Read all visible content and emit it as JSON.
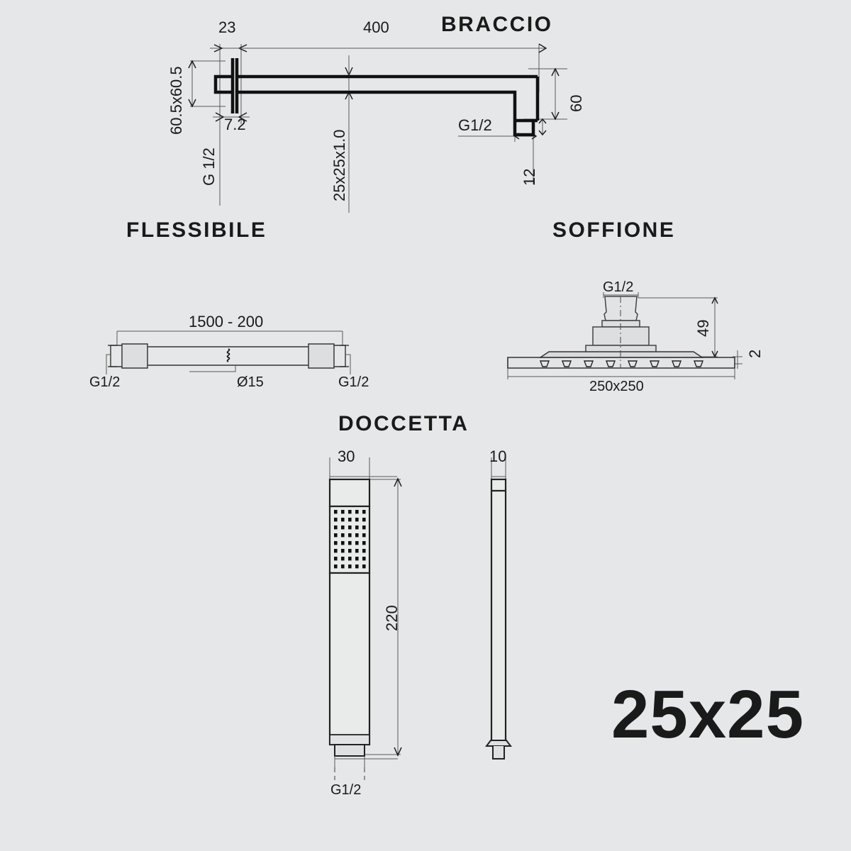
{
  "sheet": {
    "background_color": "#e6e7e8",
    "line_color": "#1a1a1a",
    "product_code": "25x25"
  },
  "sections": {
    "braccio": {
      "title": "BRACCIO",
      "dimensions": {
        "flange_width": "23",
        "arm_length": "400",
        "flange_height": "60.5x60.5",
        "flange_thickness": "7.2",
        "inlet_thread": "G 1/2",
        "tube_profile": "25x25x1.0",
        "drop_height": "60",
        "outlet_thread": "G1/2",
        "outlet_height": "12"
      }
    },
    "flessibile": {
      "title": "FLESSIBILE",
      "dimensions": {
        "length": "1500 - 200",
        "thread_left": "G1/2",
        "thread_right": "G1/2",
        "hose_diameter": "Ø15"
      }
    },
    "soffione": {
      "title": "SOFFIONE",
      "dimensions": {
        "inlet_thread": "G1/2",
        "height": "49",
        "plate_thickness": "2",
        "plate_size": "250x250"
      }
    },
    "doccetta": {
      "title": "DOCCETTA",
      "dimensions": {
        "front_width": "30",
        "side_width": "10",
        "body_length": "220",
        "outlet_thread": "G1/2"
      }
    }
  }
}
